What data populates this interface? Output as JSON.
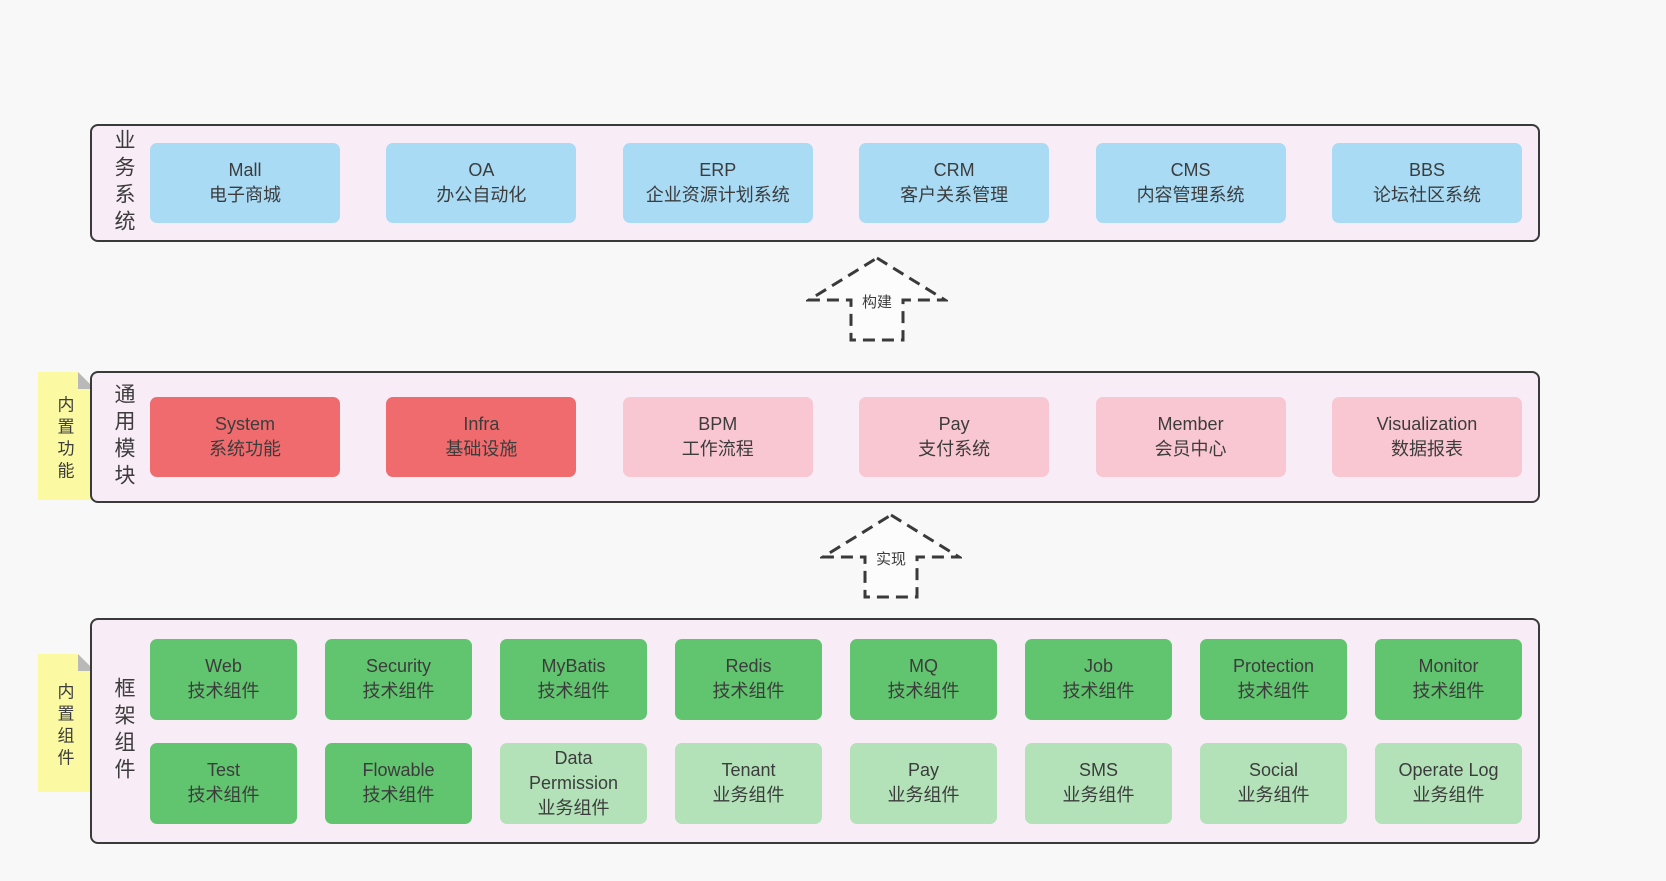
{
  "page": {
    "background": "#f8f8f8"
  },
  "diagram": {
    "layers": [
      {
        "label": "业务系统",
        "rows": [
          [
            {
              "name": "Mall",
              "desc": "电子商城"
            },
            {
              "name": "OA",
              "desc": "办公自动化"
            },
            {
              "name": "ERP",
              "desc": "企业资源计划系统"
            },
            {
              "name": "CRM",
              "desc": "客户关系管理"
            },
            {
              "name": "CMS",
              "desc": "内容管理系统"
            },
            {
              "name": "BBS",
              "desc": "论坛社区系统"
            }
          ]
        ]
      },
      {
        "label": "通用模块",
        "sticky": "内置功能",
        "rows": [
          [
            {
              "name": "System",
              "desc": "系统功能"
            },
            {
              "name": "Infra",
              "desc": "基础设施"
            },
            {
              "name": "BPM",
              "desc": "工作流程"
            },
            {
              "name": "Pay",
              "desc": "支付系统"
            },
            {
              "name": "Member",
              "desc": "会员中心"
            },
            {
              "name": "Visualization",
              "desc": "数据报表"
            }
          ]
        ]
      },
      {
        "label": "框架组件",
        "sticky": "内置组件",
        "rows": [
          [
            {
              "name": "Web",
              "desc": "技术组件"
            },
            {
              "name": "Security",
              "desc": "技术组件"
            },
            {
              "name": "MyBatis",
              "desc": "技术组件"
            },
            {
              "name": "Redis",
              "desc": "技术组件"
            },
            {
              "name": "MQ",
              "desc": "技术组件"
            },
            {
              "name": "Job",
              "desc": "技术组件"
            },
            {
              "name": "Protection",
              "desc": "技术组件"
            },
            {
              "name": "Monitor",
              "desc": "技术组件"
            }
          ],
          [
            {
              "name": "Test",
              "desc": "技术组件"
            },
            {
              "name": "Flowable",
              "desc": "技术组件"
            },
            {
              "name": "Data Permission",
              "desc": "业务组件"
            },
            {
              "name": "Tenant",
              "desc": "业务组件"
            },
            {
              "name": "Pay",
              "desc": "业务组件"
            },
            {
              "name": "SMS",
              "desc": "业务组件"
            },
            {
              "name": "Social",
              "desc": "业务组件"
            },
            {
              "name": "Operate Log",
              "desc": "业务组件"
            }
          ]
        ]
      }
    ],
    "arrows": [
      {
        "label": "构建"
      },
      {
        "label": "实现"
      }
    ],
    "colors": {
      "container_bg": "#f8edf6",
      "container_border": "#3a3a3a",
      "blue": "#a9dbf5",
      "red": "#ef6b6d",
      "pink": "#f9c7d1",
      "green": "#61c46e",
      "light_green": "#b3e2b9",
      "sticky_yellow": "#fbf9a2",
      "text": "#3c3c3c"
    }
  }
}
